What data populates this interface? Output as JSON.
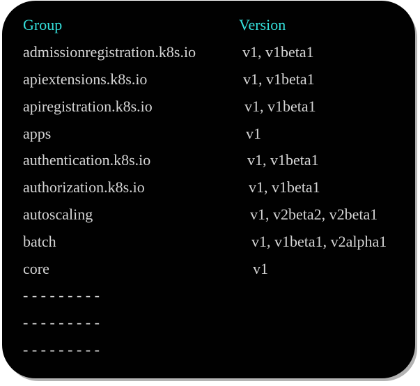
{
  "figure": {
    "description": "Kubernetes API groups and versions table on a black rounded panel",
    "colors": {
      "page_background": "#ffffff",
      "panel_background": "#010101",
      "header_text": "#35e0dc",
      "body_text": "#d6d6d6",
      "shadow_outline": "#b3b3b3"
    }
  },
  "table": {
    "header": {
      "group": "Group",
      "version": "Version"
    },
    "rows": [
      {
        "group": "admissionregistration.k8s.io",
        "version": "v1, v1beta1"
      },
      {
        "group": "apiextensions.k8s.io",
        "version": "v1, v1beta1"
      },
      {
        "group": "apiregistration.k8s.io",
        "version": "v1, v1beta1"
      },
      {
        "group": "apps",
        "version": "v1"
      },
      {
        "group": "authentication.k8s.io",
        "version": "v1, v1beta1"
      },
      {
        "group": "authorization.k8s.io",
        "version": "v1, v1beta1"
      },
      {
        "group": "autoscaling",
        "version": "v1, v2beta2, v2beta1"
      },
      {
        "group": "batch",
        "version": "v1, v1beta1, v2alpha1"
      },
      {
        "group": "core",
        "version": "v1"
      },
      {
        "group": "- - - - - - - - -",
        "version": ""
      },
      {
        "group": "- - - - - - - - -",
        "version": ""
      },
      {
        "group": "- - - - - - - - -",
        "version": ""
      }
    ]
  }
}
